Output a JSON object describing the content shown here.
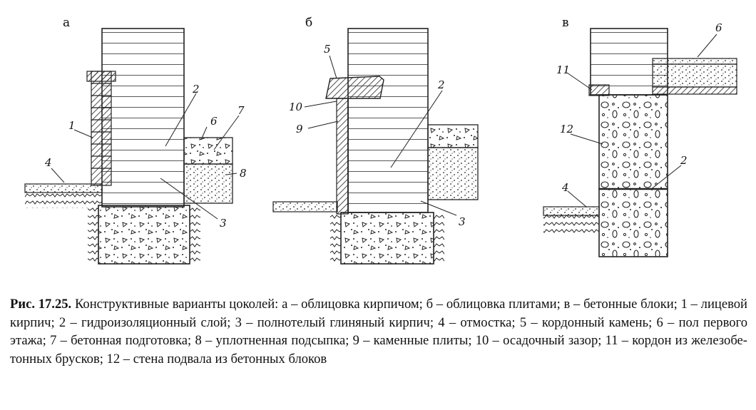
{
  "panels": {
    "a": {
      "letter": "а",
      "callouts": [
        "1",
        "2",
        "3",
        "4",
        "6",
        "7",
        "8"
      ]
    },
    "b": {
      "letter": "б",
      "callouts": [
        "2",
        "3",
        "5",
        "9",
        "10"
      ]
    },
    "c": {
      "letter": "в",
      "callouts": [
        "2",
        "4",
        "6",
        "11",
        "12"
      ]
    }
  },
  "caption": {
    "figure_no": "Рис. 17.25.",
    "text": " Конструктивные варианты цоколей: а –  облицовка кирпичом; б – облицовка плитами; в – бетонные блоки; 1 – лицевой кирпич; 2 – гидроизоляционный слой; 3 – полнотелый глиняный кирпич; 4 – отмостка; 5 – кордонный камень; 6 – пол первого этажа;  7 – бетонная подготовка; 8 – уплотненная подсыпка; 9 – каменные плиты; 10 – осадочный зазор; 11 – кордон из железобе-тонных брусков; 12 – стена подвала из бетонных блоков"
  }
}
